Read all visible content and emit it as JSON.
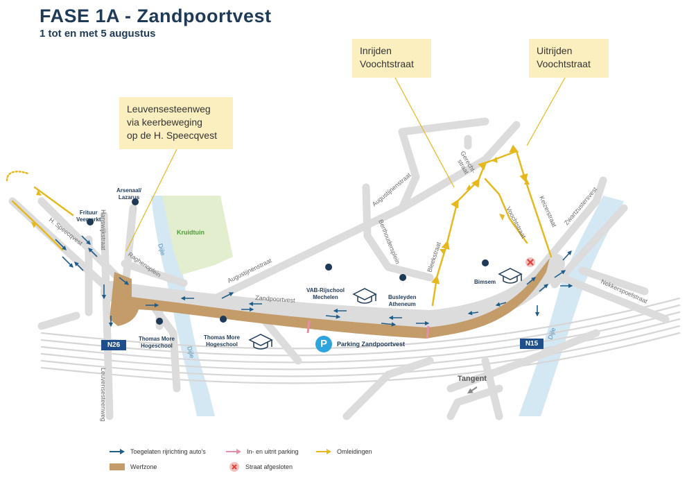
{
  "header": {
    "title": "FASE 1A - Zandpoortvest",
    "subtitle": "1 tot en met 5 augustus"
  },
  "callouts": {
    "leuvense": [
      "Leuvensesteenweg",
      "via keerbeweging",
      "op de H. Speecqvest"
    ],
    "inrijden": [
      "Inrijden",
      "Voochtstraat"
    ],
    "uitrijden": [
      "Uitrijden",
      "Voochtstraat"
    ]
  },
  "streets": {
    "h_speecqvest": "H. Speecqvest",
    "hanswijkstraat": "Hanswijkstraat",
    "raghenoplein": "Raghenoplein",
    "augustijnenstraat_1": "Augustijnenstraat",
    "augustijnenstraat_2": "Augustijnenstraat",
    "zandpoortvest": "Zandpoortvest",
    "berthoudersplein": "Berthoudersplein",
    "bleekstraat": "Bleekstraat",
    "gerechtstraat_1": "Gerecht-",
    "gerechtstraat_2": "straat",
    "voochtstraat": "Voochtstraat",
    "keizerstraat": "Keizerstraat",
    "zwartzustersvest": "Zwartzustersvest",
    "nekkerspoelstraat": "Nekkerspoelstraat",
    "leuvensesteenweg": "Leuvensesteenweg",
    "dijle_1": "Dijle",
    "dijle_2": "Dijle"
  },
  "areas": {
    "kruidtuin": "Kruidtuin"
  },
  "pois": {
    "arsenaal": [
      "Arsenaal/",
      "Lazarus"
    ],
    "frituur": [
      "Frituur",
      "Veemarkt"
    ],
    "thomas_more_1": [
      "Thomas More",
      "Hogeschool"
    ],
    "thomas_more_2": [
      "Thomas More",
      "Hogeschool"
    ],
    "vab": [
      "VAB-Rijschool",
      "Mechelen"
    ],
    "busleyden": [
      "Busleyden",
      "Atheneum"
    ],
    "bimsem": [
      "Bimsem"
    ]
  },
  "parking": {
    "symbol": "P",
    "label": "Parking Zandpoortvest"
  },
  "shields": {
    "n26": "N26",
    "n15": "N15"
  },
  "tangent": "Tangent",
  "legend": {
    "allowed": "Toegelaten rijrichting auto's",
    "parking": "In- en uitrit parking",
    "detour": "Omleidingen",
    "werfzone": "Werfzone",
    "closed": "Straat afgesloten"
  },
  "colors": {
    "road": "#dcdcdc",
    "werfzone": "#c49c6a",
    "water": "#d4e8f4",
    "park": "#e3eecf",
    "arrow_blue": "#1f5c8a",
    "detour_yellow": "#e5b91d",
    "parking_pink": "#e58fa8",
    "callout_bg": "#fbefbf",
    "title": "#1f3a57",
    "closed_red": "#e0413c"
  }
}
